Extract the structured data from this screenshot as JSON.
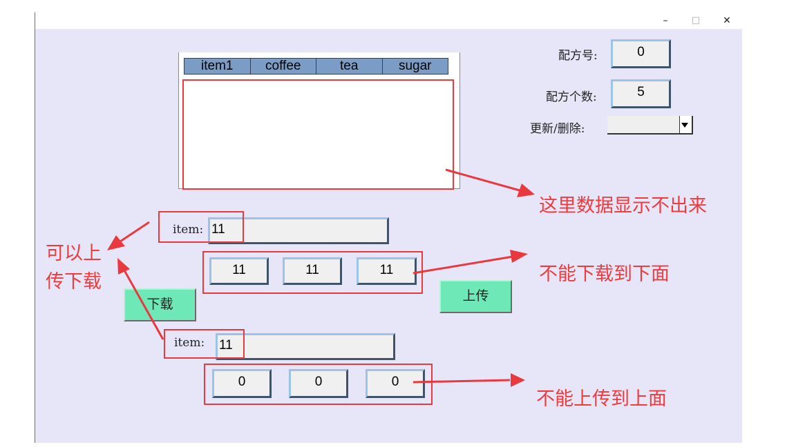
{
  "window": {
    "controls": {
      "minimize": "–",
      "maximize": "□",
      "close": "✕"
    }
  },
  "table": {
    "columns": [
      "item1",
      "coffee",
      "tea",
      "sugar"
    ],
    "rows": []
  },
  "recipe": {
    "number_label": "配方号:",
    "number_value": "0",
    "count_label": "配方个数:",
    "count_value": "5",
    "update_delete_label": "更新/删除:",
    "update_delete_value": ""
  },
  "upper": {
    "item_label": "item:",
    "item_value": "11",
    "values": [
      "11",
      "11",
      "11"
    ]
  },
  "lower": {
    "item_label": "item:",
    "item_value": "11",
    "values": [
      "0",
      "0",
      "0"
    ]
  },
  "buttons": {
    "download": "下载",
    "upload": "上传"
  },
  "annotations": {
    "table_note": "这里数据显示不出来",
    "left_note_line1": "可以上",
    "left_note_line2": "传下载",
    "download_note": "不能下载到下面",
    "upload_note": "不能上传到上面"
  },
  "colors": {
    "annotation_red": "#e8393f",
    "button_green": "#6ee8b6",
    "window_bg": "#e6e6f8",
    "header_blue": "#7b9cc4"
  }
}
